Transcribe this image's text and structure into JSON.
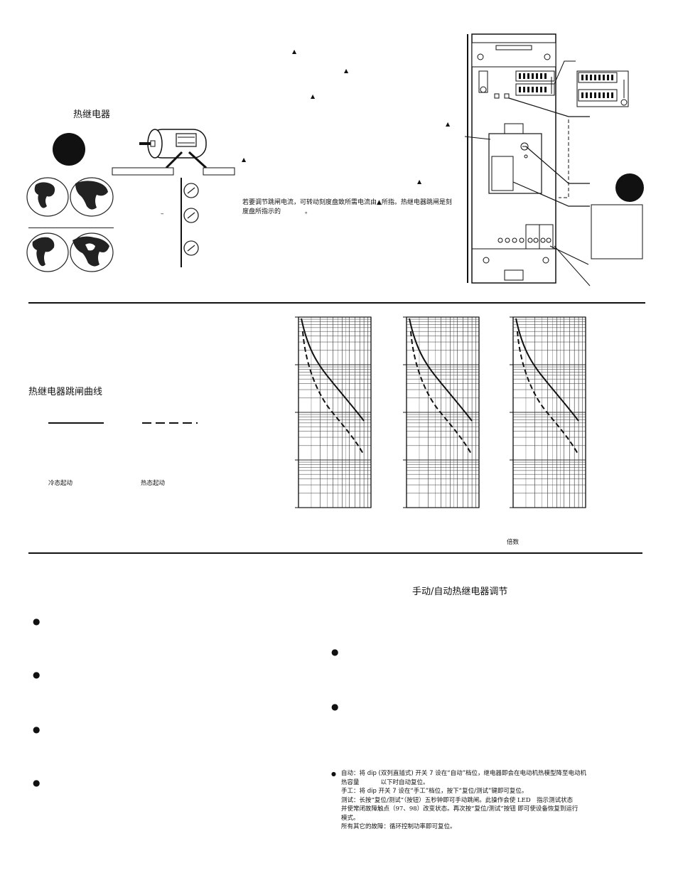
{
  "section1": {
    "title": "热继电器",
    "adjust_text_line1": "若要调节跳闸电流，可转动刻度盘致所需电流由▲所指。热继电器跳闸是刻",
    "adjust_text_line2": "度盘所指示的",
    "adjust_text_end": "。",
    "dash_mark": "–",
    "triangle": "▲"
  },
  "section2": {
    "title": "热继电器跳闸曲线",
    "legend_cold": "冷态起动",
    "legend_hot": "热态起动",
    "x_axis_label": "倍数"
  },
  "section3": {
    "title": "手动/自动热继电器调节",
    "auto_line1": "自动：将 dip (双列直插式) 开关 7 设在“自动”档位，继电器即会在电动机热模型降至电动机",
    "auto_line2_a": "热容量",
    "auto_line2_b": "以下时自动复位。",
    "manual_line": "手工：将 dip 开关 7 设在“手工”档位，按下“复位/测试”键即可复位。",
    "test_line1": "测试：长按“复位/测试”（按钮）五秒钟即可手动跳闸。此操作会使 LED　指示测试状态",
    "test_line2": "并使常闭故障触点（97、98）改变状态。再次按“复位/测试”按钮 即可使设备恢复到运行",
    "test_line3": "模式。",
    "other_line": "所有其它的故障：循环控制功率即可复位。"
  },
  "chart_data": {
    "type": "line",
    "xlabel": "倍数",
    "log_scale": true,
    "grid": true,
    "panels": 3,
    "series": [
      {
        "name": "冷态起动",
        "style": "solid"
      },
      {
        "name": "热态起动",
        "style": "dashed"
      }
    ]
  }
}
